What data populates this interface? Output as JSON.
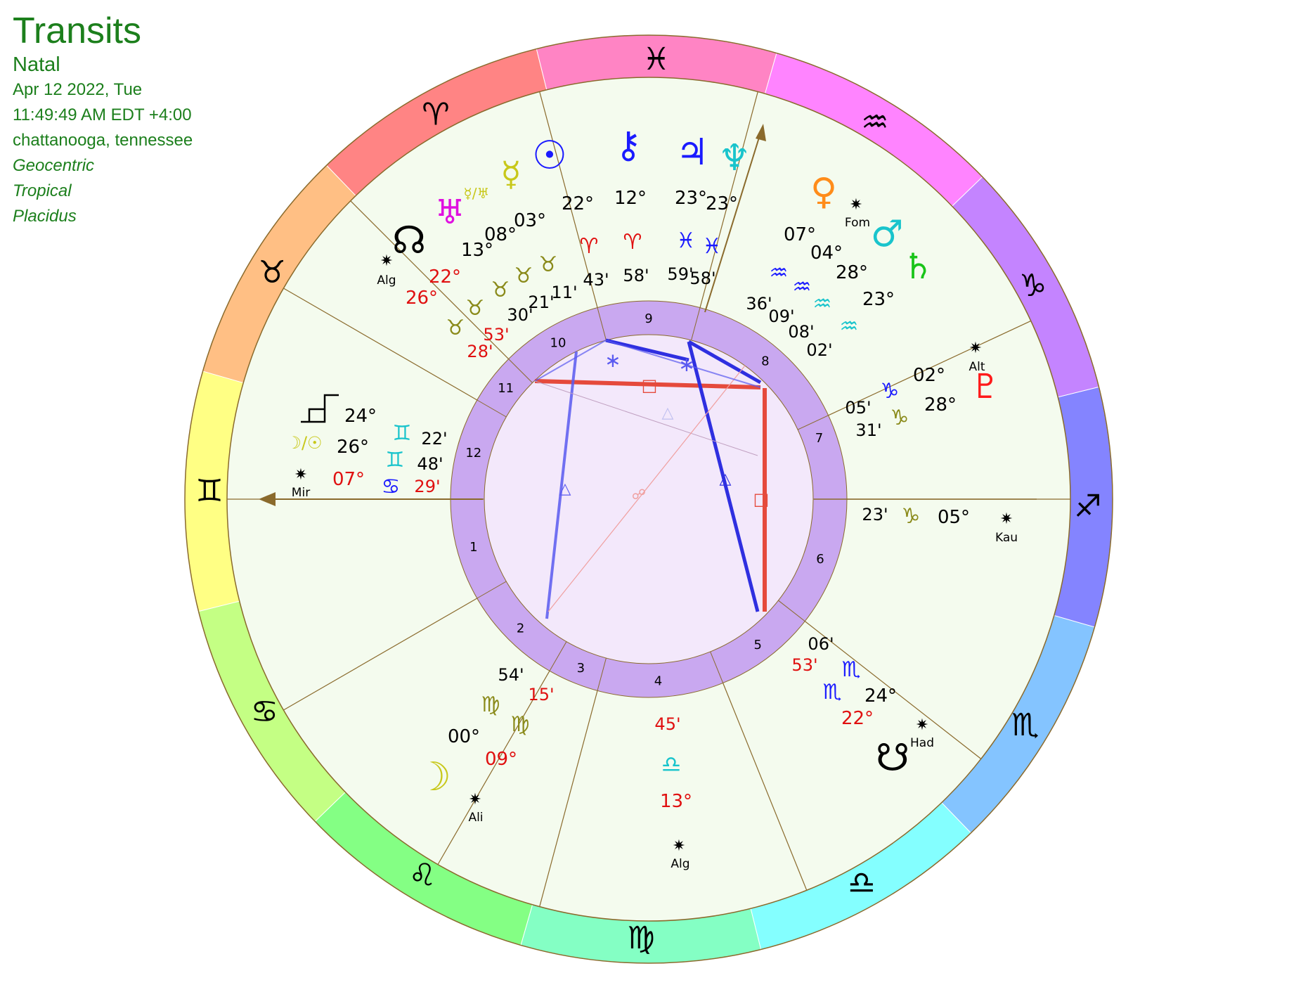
{
  "header": {
    "title": "Transits",
    "subtitle": "Natal",
    "date": "Apr 12 2022, Tue",
    "time": "11:49:49 AM EDT +4:00",
    "place": "chattanooga, tennessee",
    "opt1": "Geocentric",
    "opt2": "Tropical",
    "opt3": "Placidus"
  },
  "colors": {
    "frame": "#8a6a2c",
    "inner_ring": "#c9a8f0",
    "inner_fill": "#f3e8fb",
    "house_field": "#f4fbee",
    "square": "#e54a3c",
    "trine": "#2f2fe0",
    "sextile": "#5a5af0",
    "natal_degree": "#e01010"
  },
  "signs": [
    {
      "glyph": "♈",
      "color": "#ff8484"
    },
    {
      "glyph": "♉",
      "color": "#ffbf84"
    },
    {
      "glyph": "♊",
      "color": "#ffff84"
    },
    {
      "glyph": "♋",
      "color": "#c4ff84"
    },
    {
      "glyph": "♌",
      "color": "#84ff84"
    },
    {
      "glyph": "♍",
      "color": "#84ffc4"
    },
    {
      "glyph": "♎",
      "color": "#84ffff"
    },
    {
      "glyph": "♏",
      "color": "#84c4ff"
    },
    {
      "glyph": "♐",
      "color": "#8484ff"
    },
    {
      "glyph": "♑",
      "color": "#c484ff"
    },
    {
      "glyph": "♒",
      "color": "#ff84ff"
    },
    {
      "glyph": "♓",
      "color": "#ff84c4"
    }
  ],
  "rulers": [
    {
      "glyph": "♂"
    },
    {
      "glyph": "♀"
    },
    {
      "glyph": "☿"
    },
    {
      "glyph": "☽"
    },
    {
      "glyph": "☉"
    },
    {
      "glyph": "☿"
    },
    {
      "glyph": "♀"
    },
    {
      "glyph": "♇"
    },
    {
      "glyph": "♃"
    },
    {
      "glyph": "♄"
    },
    {
      "glyph": "♅"
    },
    {
      "glyph": "♆"
    }
  ],
  "houses": [
    "1",
    "2",
    "3",
    "4",
    "5",
    "6",
    "7",
    "8",
    "9",
    "10",
    "11",
    "12"
  ],
  "planets": [
    {
      "name": "sun-icon",
      "glyph": "☉",
      "color": "#1a1aff",
      "deg": "22°",
      "sign": "♈",
      "sign_color": "#e01010",
      "min": "43'"
    },
    {
      "name": "chiron-icon",
      "glyph": "⚷",
      "color": "#1a1aff",
      "deg": "12°",
      "sign": "♈",
      "sign_color": "#e01010",
      "min": "58'"
    },
    {
      "name": "jupiter-icon",
      "glyph": "♃",
      "color": "#1a1aff",
      "deg": "23°",
      "sign": "♓",
      "sign_color": "#1a1aff",
      "min": "59'"
    },
    {
      "name": "neptune-icon",
      "glyph": "♆",
      "color": "#19c4cc",
      "deg": "23°",
      "sign": "♓",
      "sign_color": "#1a1aff",
      "min": "58'"
    },
    {
      "name": "venus-icon",
      "glyph": "♀",
      "color": "#ff8c1a",
      "deg": "07°",
      "sign": "♒",
      "sign_color": "#1a1aff",
      "min": "36'"
    },
    {
      "name": "mars-icon",
      "glyph": "♂",
      "color": "#19c4cc",
      "deg": "04°",
      "sign": "♒",
      "sign_color": "#1a1aff",
      "min": "09'"
    },
    {
      "name": "saturn-icon",
      "glyph": "♄",
      "color": "#19c419",
      "deg": "28°",
      "sign": "♒",
      "sign_color": "#19c4cc",
      "min": "08'"
    },
    {
      "name": "saturn-natal-icon",
      "glyph": "",
      "color": "#19c419",
      "deg": "23°",
      "sign": "♒",
      "sign_color": "#19c4cc",
      "min": "02'"
    },
    {
      "name": "pluto-icon",
      "glyph": "♇",
      "color": "#ff1a1a",
      "deg": "02°",
      "sign": "♑",
      "sign_color": "#1a1aff",
      "min": "05'"
    },
    {
      "name": "pluto-natal-icon",
      "glyph": "",
      "color": "#ff1a1a",
      "deg": "28°",
      "sign": "♑",
      "sign_color": "#8a8a1a",
      "min": "31'"
    }
  ],
  "labels": {
    "alg_fixed_star": "Alg",
    "fom_fixed_star": "Fom",
    "alt_fixed_star": "Alt",
    "kau_fixed_star": "Kau",
    "had_fixed_star": "Had",
    "alg2_fixed_star": "Alg",
    "ali_fixed_star": "Ali",
    "mir_fixed_star": "Mir",
    "uranus_glyph": "♅",
    "uranus_deg": "13°",
    "uranus_min": "30'",
    "mercury_glyph": "☿",
    "mercury_deg": "03°",
    "mercury_min": "11'",
    "merc_uranus_midpoint": "☿/♅",
    "midpoint_deg": "08°",
    "midpoint_min": "21'",
    "node_glyph": "☊",
    "node_deg_a": "22°",
    "node_min_a": "53'",
    "node_deg_b": "26°",
    "node_min_b": "28'",
    "sign_taurus": "♉",
    "ascendant_label": "",
    "house_box_deg": "24°",
    "house_box_min": "22'",
    "moon_sun_midpoint": "☽/☉",
    "mp_deg": "26°",
    "mp_min": "48'",
    "mir_deg": "07°",
    "mir_min": "29'",
    "gem": "♊",
    "can": "♋",
    "desc_min": "23'",
    "desc_sign": "♑",
    "desc_deg": "05°",
    "scorpio_min_a": "06'",
    "scorpio_min_b": "53'",
    "scorpio_glyph": "♏",
    "scorpio_deg_a": "24°",
    "scorpio_deg_b": "22°",
    "south_node": "☋",
    "libra_min": "45'",
    "libra_glyph": "♎",
    "libra_deg": "13°",
    "virgo_min_a": "54'",
    "virgo_min_b": "15'",
    "virgo_glyph": "♍",
    "virgo_deg_a": "00°",
    "virgo_deg_b": "09°",
    "moon_glyph": "☽",
    "inner_triangle_a": "△",
    "inner_square": "□",
    "inner_sextile": "∗",
    "inner_opposition": "☍"
  }
}
